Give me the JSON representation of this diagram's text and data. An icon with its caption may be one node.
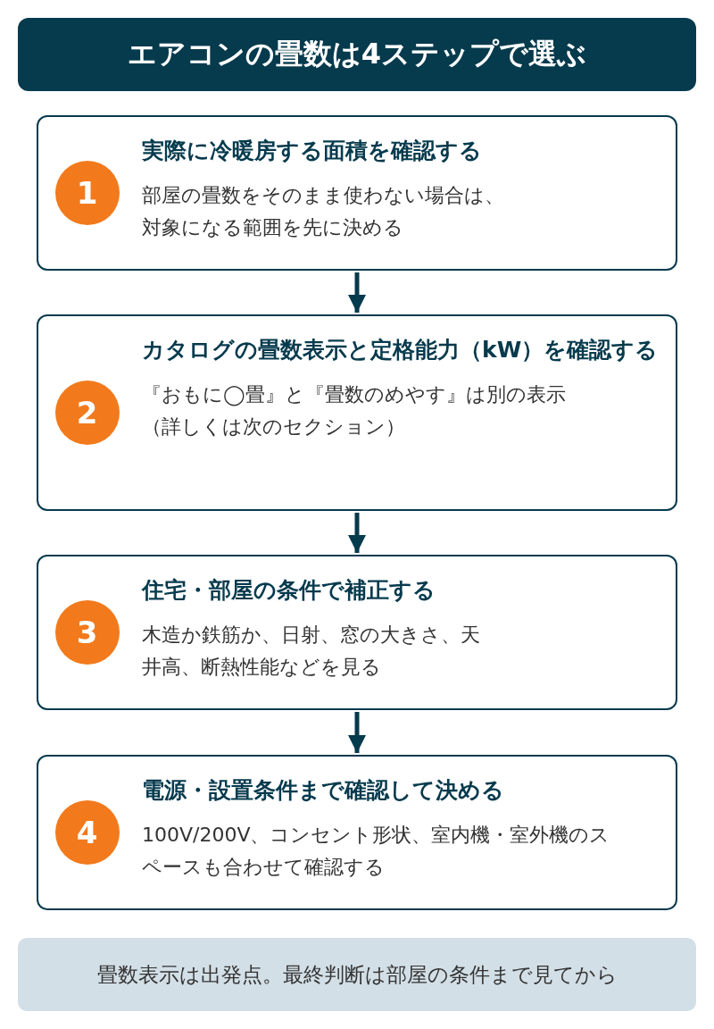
{
  "diagram": {
    "title": "エアコンの畳数は4ステップで選ぶ",
    "nodes": [
      {
        "text": [
          "実際に冷暖房する面積を確認する",
          "部屋の畳数をそのまま使わない場合は、対象になる範囲を先に決める"
        ]
      },
      {
        "text": [
          "1"
        ],
        "in": 0
      },
      {
        "text": [
          "カタログの畳数表示と定格能力（kW）を確認する",
          "『おもに◯畳』と『畳数のめやす』は別の表示（詳しくは次のセクション）"
        ]
      },
      {
        "text": [
          "2"
        ],
        "in": 2
      },
      {
        "text": [
          "住宅・部屋の条件で補正する",
          "木造か鉄筋か、日射、窓の大きさ、天井高、断熱性能などを見る"
        ]
      },
      {
        "text": [
          "3"
        ],
        "in": 4
      },
      {
        "text": [
          "電源・設置条件まで確認して決める",
          "100V/200V、コンセント形状、室内機・室外機のスペースも合わせて確認する"
        ]
      },
      {
        "text": [
          "4"
        ],
        "in": 6
      },
      {
        "text": [
          "畳数表示は出発点。最終判断は部屋の条件まで見てから"
        ]
      }
    ],
    "edges": [
      {
        "from": 0,
        "to": 2,
        "arrow": "to"
      },
      {
        "from": 2,
        "to": 4,
        "arrow": "to"
      },
      {
        "from": 4,
        "to": 6,
        "arrow": "to"
      }
    ]
  }
}
